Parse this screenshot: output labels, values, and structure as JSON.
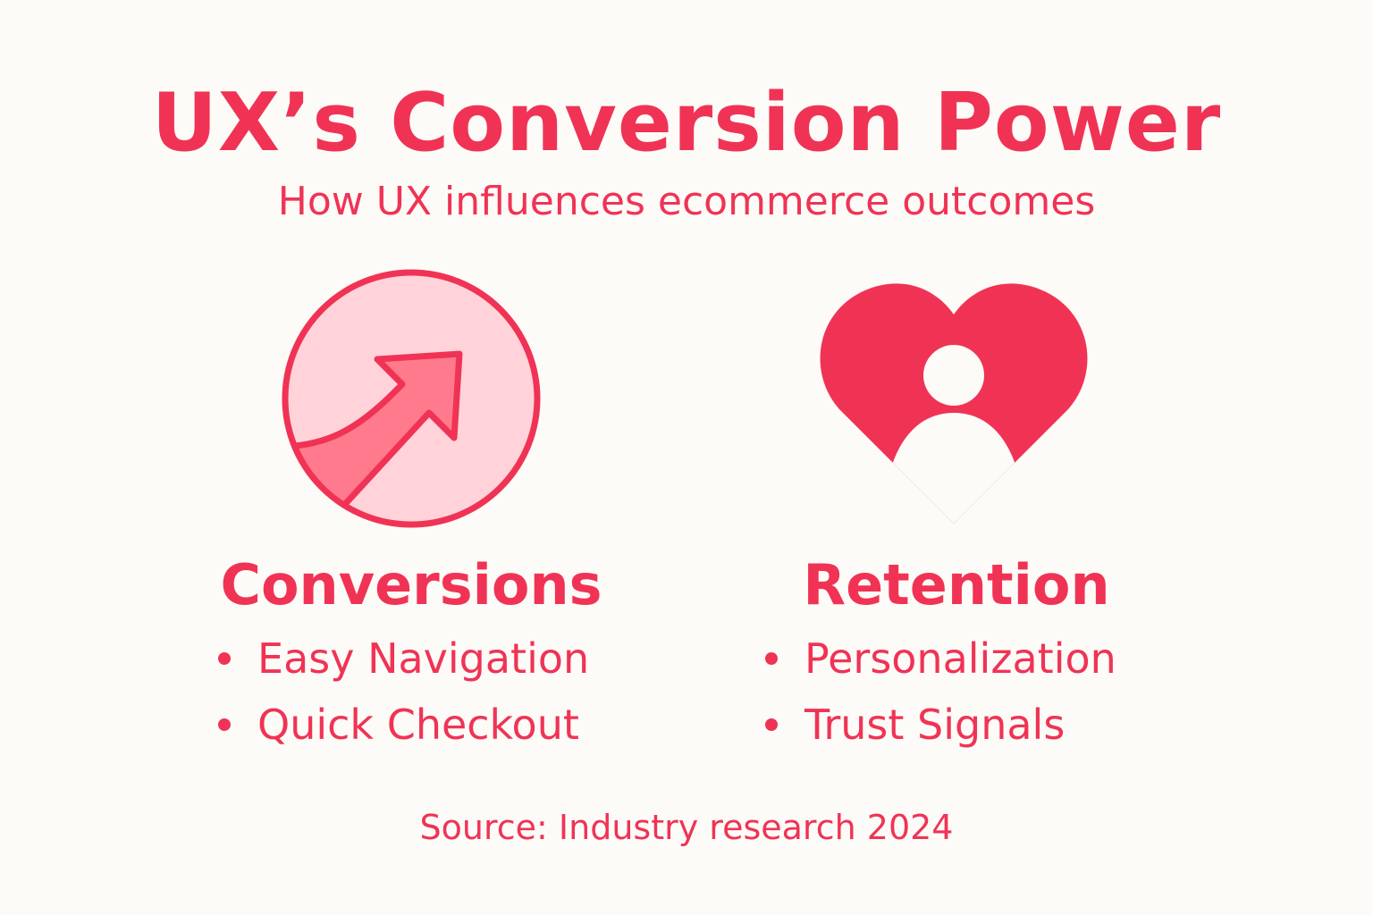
{
  "colors": {
    "accent": "#f03355",
    "background": "#fcfbf7",
    "circle_fill": "#ffd3d9",
    "arrow_fill": "#ff7a8c"
  },
  "header": {
    "title": "UX’s Conversion Power",
    "subtitle": "How UX influences ecommerce outcomes"
  },
  "columns": [
    {
      "icon": "trending-up-arrow-icon",
      "heading": "Conversions",
      "items": [
        "Easy Navigation",
        "Quick Checkout"
      ]
    },
    {
      "icon": "heart-user-icon",
      "heading": "Retention",
      "items": [
        "Personalization",
        "Trust Signals"
      ]
    }
  ],
  "footer": {
    "source": "Source: Industry research 2024"
  }
}
